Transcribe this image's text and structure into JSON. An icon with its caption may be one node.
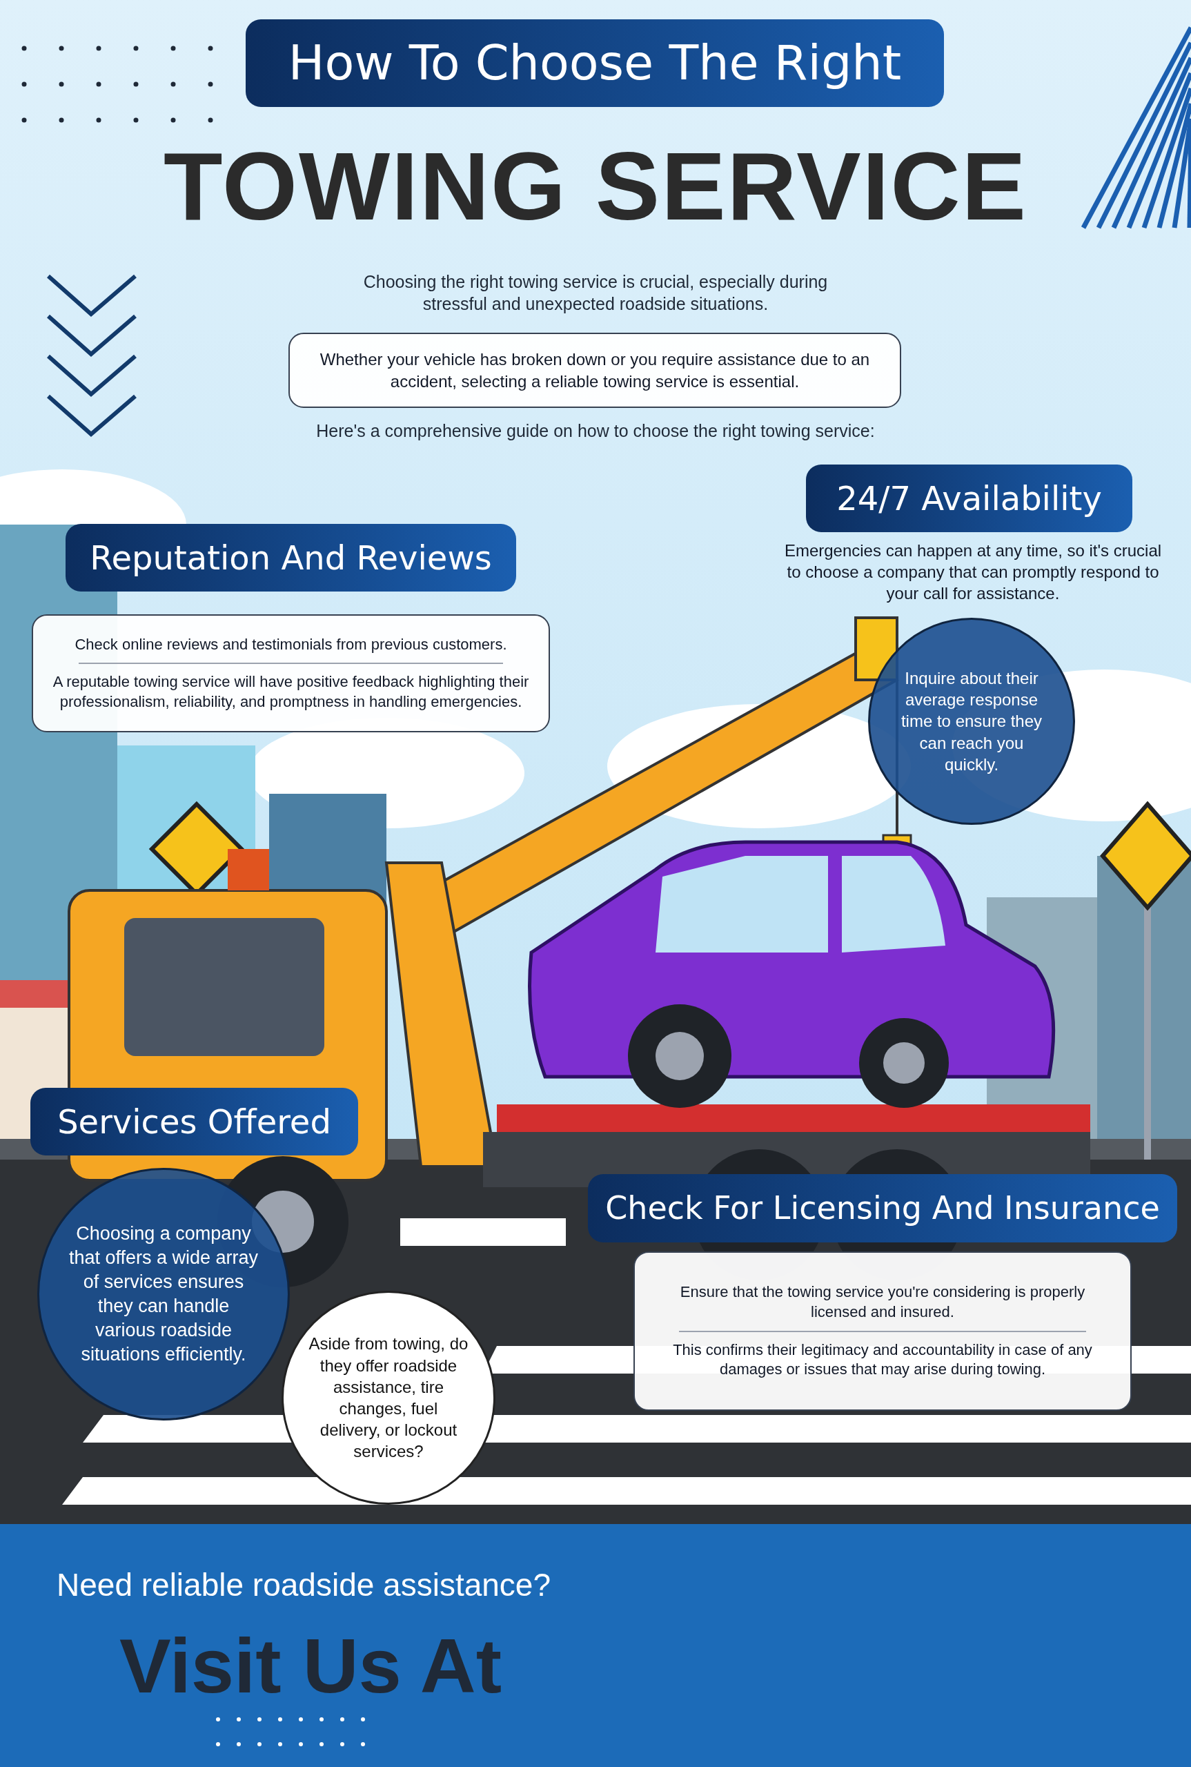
{
  "diagram": {
    "title": "TOWING SERVICE",
    "nodes": [
      {
        "text": [
          "How To Choose The Right"
        ]
      },
      {
        "text": [
          "Whether your vehicle has broken down or you require assistance due to an accident, selecting a reliable towing service is essential."
        ]
      },
      {
        "text": [
          "24/7 Availability"
        ]
      },
      {
        "text": [
          "Reputation And Reviews"
        ]
      },
      {
        "text": [
          "Check online reviews and testimonials from previous customers.",
          "A reputable towing service will have positive feedback highlighting their professionalism, reliability, and promptness in handling emergencies."
        ]
      },
      {
        "text": [
          "Inquire about their average response time to ensure they can reach you quickly."
        ]
      },
      {
        "text": [
          "Services Offered"
        ]
      },
      {
        "text": [
          "Choosing a company that offers a wide array of services ensures they can handle various roadside situations efficiently."
        ]
      },
      {
        "text": [
          "Aside from towing, do they offer roadside assistance, tire changes, fuel delivery, or lockout services?"
        ]
      },
      {
        "text": [
          "Check For Licensing And Insurance"
        ]
      },
      {
        "text": [
          "Ensure that the towing service you're considering is properly licensed and insured.",
          "This confirms their legitimacy and accountability in case of any damages or issues that may arise during towing."
        ]
      }
    ],
    "labels": [
      "Choosing the right towing service is crucial, especially during stressful and unexpected roadside situations.",
      "Here's a comprehensive guide on how to choose the right towing service:",
      "Emergencies can happen at any time, so it's crucial to choose a company that can promptly respond to your call for assistance.",
      "Need reliable roadside assistance?",
      "Visit Us At"
    ]
  }
}
